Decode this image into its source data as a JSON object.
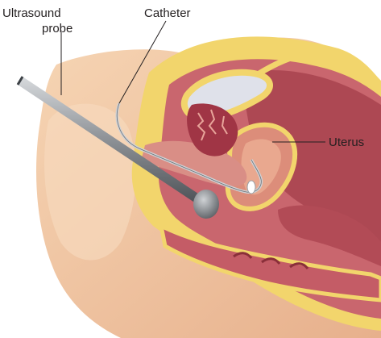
{
  "labels": {
    "probe_line1": "Ultrasound",
    "probe_line2": "probe",
    "catheter": "Catheter",
    "uterus": "Uterus"
  },
  "colors": {
    "skin": "#f3c9a5",
    "fat": "#f2d56c",
    "muscle": "#d98e86",
    "cavity": "#9b3c4a",
    "bladder": "#d9dce8",
    "instrument": "#6b6f74"
  },
  "icons": {
    "probe": "ultrasound-probe-icon",
    "catheter": "catheter-icon"
  }
}
